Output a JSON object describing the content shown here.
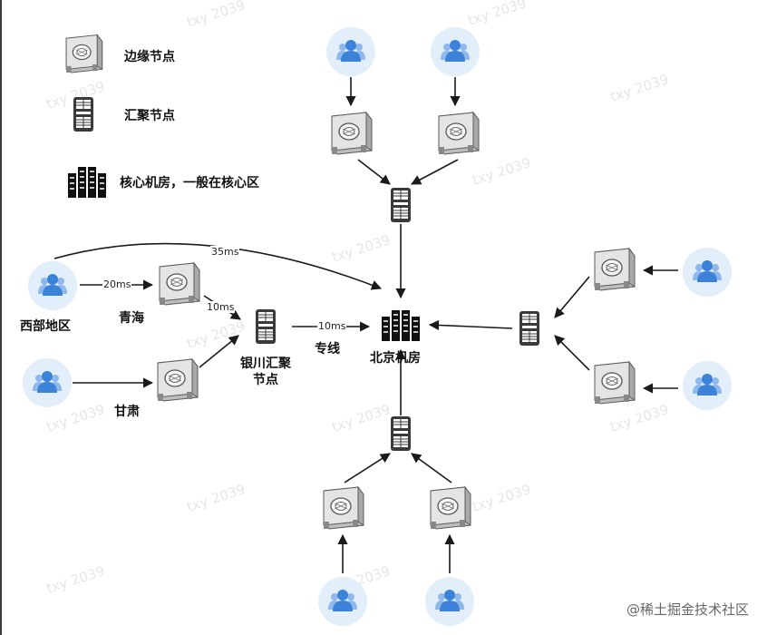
{
  "legend": {
    "edge": "边缘节点",
    "aggregation": "汇聚节点",
    "core": "核心机房，一般在核心区"
  },
  "nodes": {
    "west_region": "西部地区",
    "qinghai": "青海",
    "gansu": "甘肃",
    "yinchuan_line1": "银川汇聚",
    "yinchuan_line2": "节点",
    "dedicated_line": "专线",
    "beijing": "北京机房"
  },
  "edges": {
    "west_to_qinghai": "20ms",
    "qinghai_to_yinchuan": "10ms",
    "yinchuan_to_beijing": "10ms",
    "west_to_beijing": "35ms"
  },
  "watermark": "txy 2039",
  "credit": "@稀土掘金技术社区",
  "icons": {
    "user": "users-icon",
    "edge": "edge-server-icon",
    "aggregation": "aggregation-server-icon",
    "core": "datacenter-icon"
  },
  "colors": {
    "user_circle": "#e3eefb",
    "user_figure": "#3b82d8",
    "edge_body": "#e4e4e4",
    "aggregation_body": "#3a3a3a",
    "core_body": "#111111"
  }
}
